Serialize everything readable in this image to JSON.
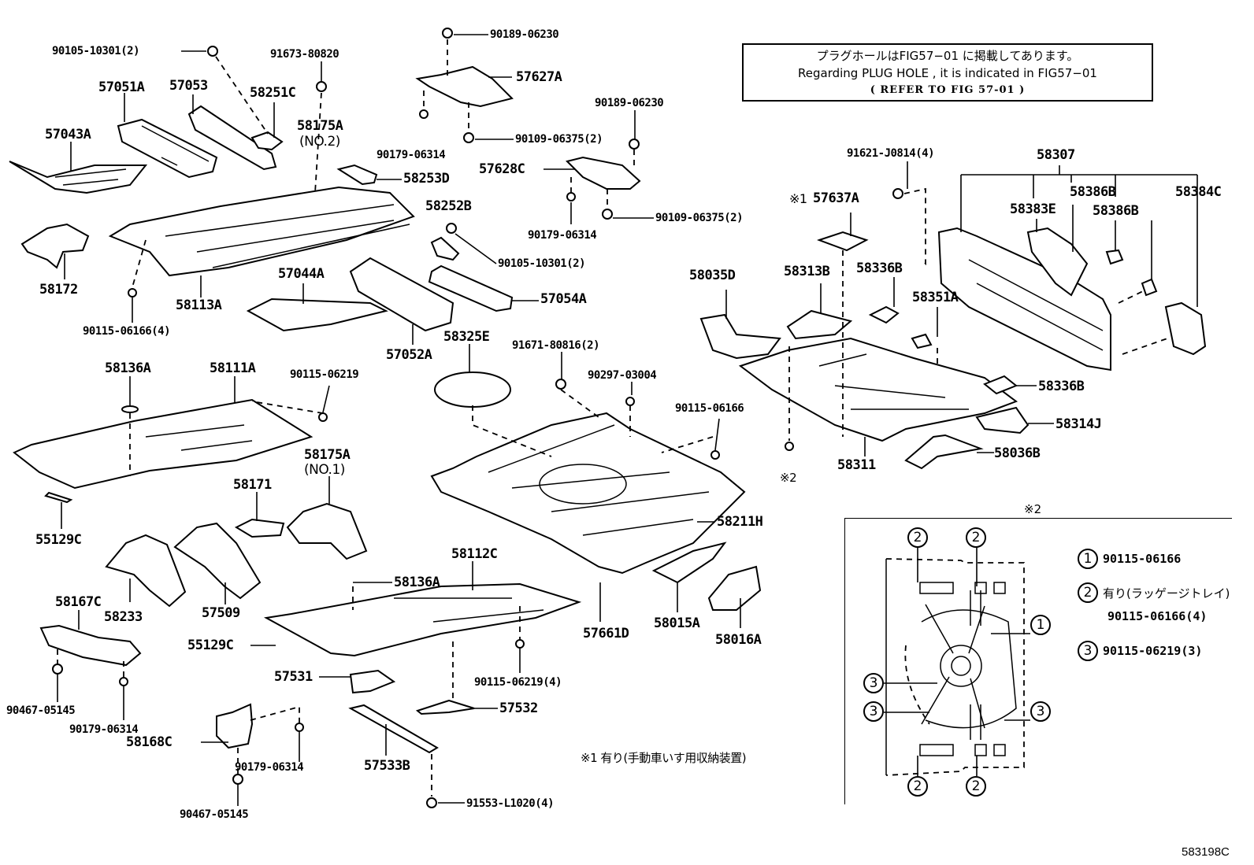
{
  "figure_code": "583198C",
  "note_box": {
    "line_jp": "プラグホールはFIG57−01 に掲載してあります。",
    "line_en": "Regarding PLUG HOLE , it is indicated in FIG57−01",
    "line_ref": "( REFER TO FIG 57-01 )"
  },
  "footnote_1": "※1  有り(手動車いす用収納装置)",
  "parts": {
    "p90105_10301_top": "90105-10301(2)",
    "p91673_80820": "91673-80820",
    "p57051A": "57051A",
    "p57053": "57053",
    "p58251C": "58251C",
    "p58175A_no2": "58175A",
    "p58175A_no2_sub": "(NO.2)",
    "p57043A": "57043A",
    "p90189_06230_a": "90189-06230",
    "p57627A": "57627A",
    "p90179_06314_a": "90179-06314",
    "p90109_06375_a": "90109-06375(2)",
    "p90189_06230_b": "90189-06230",
    "p57628C": "57628C",
    "p90179_06314_b": "90179-06314",
    "p90109_06375_b": "90109-06375(2)",
    "p58253D": "58253D",
    "p58252B": "58252B",
    "p90105_10301_mid": "90105-10301(2)",
    "p58172": "58172",
    "p58113A": "58113A",
    "p90115_06166_4_left": "90115-06166(4)",
    "p57044A": "57044A",
    "p57054A": "57054A",
    "p57052A": "57052A",
    "p58325E": "58325E",
    "p91671_80816": "91671-80816(2)",
    "p90297_03004": "90297-03004",
    "p90115_06166_mid": "90115-06166",
    "p58136A_top": "58136A",
    "p58111A": "58111A",
    "p90115_06219": "90115-06219",
    "p58175A_no1": "58175A",
    "p58175A_no1_sub": "(NO.1)",
    "p58171": "58171",
    "p55129C_left": "55129C",
    "p58167C": "58167C",
    "p58233": "58233",
    "p57509": "57509",
    "p55129C_mid": "55129C",
    "p58136A_bot": "58136A",
    "p58112C": "58112C",
    "p58211H": "58211H",
    "p57661D": "57661D",
    "p58015A": "58015A",
    "p58016A": "58016A",
    "p90115_06219_4": "90115-06219(4)",
    "p57531": "57531",
    "p57532": "57532",
    "p57533B": "57533B",
    "p91553_L1020": "91553-L1020(4)",
    "p90467_05145_a": "90467-05145",
    "p90179_06314_c": "90179-06314",
    "p58168C": "58168C",
    "p90179_06314_d": "90179-06314",
    "p90467_05145_b": "90467-05145",
    "p91621_J0814": "91621-J0814(4)",
    "p58307": "58307",
    "p57637A_prefix": "※1",
    "p57637A": "57637A",
    "p58383E": "58383E",
    "p58386B_a": "58386B",
    "p58386B_b": "58386B",
    "p58384C": "58384C",
    "p58035D": "58035D",
    "p58313B": "58313B",
    "p58336B_a": "58336B",
    "p58351A": "58351A",
    "p58336B_b": "58336B",
    "p58314J": "58314J",
    "p58036B": "58036B",
    "p58311": "58311",
    "mark2": "※2"
  },
  "inset": {
    "title": "※2",
    "callouts": [
      "2",
      "2",
      "1",
      "3",
      "3",
      "3",
      "2",
      "2"
    ],
    "legend": [
      {
        "num": "1",
        "text": "90115-06166"
      },
      {
        "num": "2",
        "text": "有り(ラッゲージトレイ)",
        "sub": "90115-06166(4)"
      },
      {
        "num": "3",
        "text": "90115-06219(3)"
      }
    ]
  }
}
